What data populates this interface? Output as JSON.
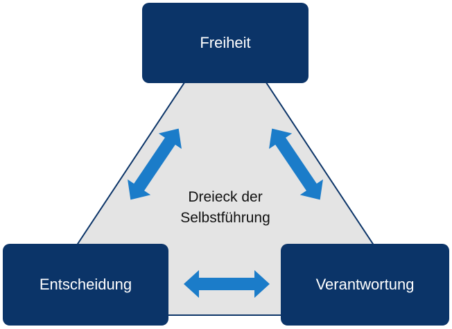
{
  "title": "Dreieck der Selbstführung",
  "center_label": {
    "line1": "Dreieck der",
    "line2": "Selbstführung"
  },
  "nodes": {
    "top": "Freiheit",
    "left": "Entscheidung",
    "right": "Verantwortung"
  },
  "colors": {
    "box": "#0b3468",
    "triangle": "#e4e4e4",
    "arrow": "#1b7cc9"
  }
}
